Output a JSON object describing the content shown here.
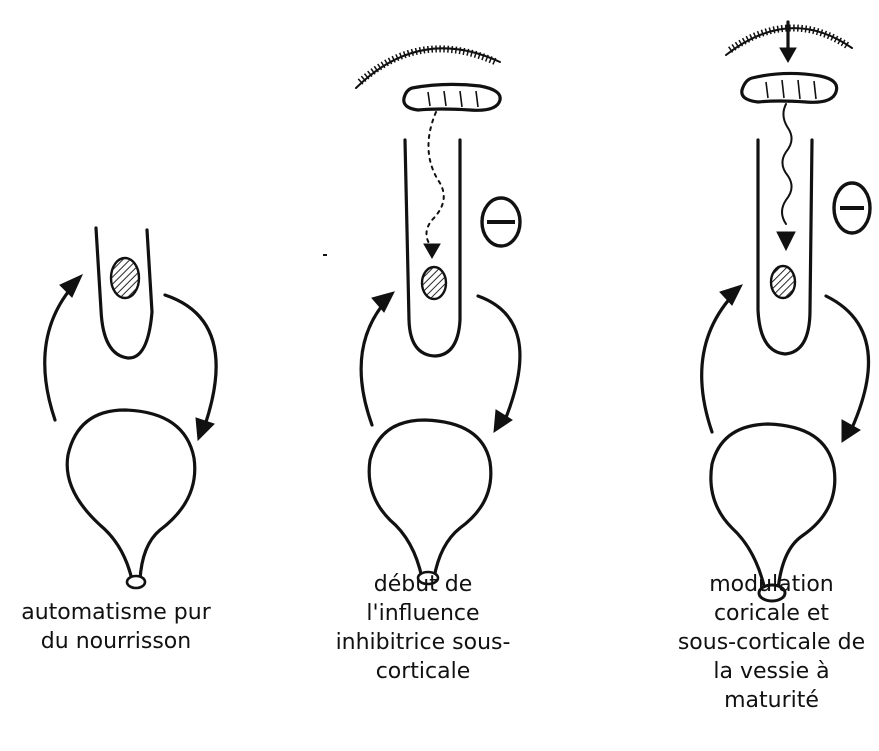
{
  "panels": [
    {
      "caption": "automatisme pur\ndu nourrisson"
    },
    {
      "caption": "début de\nl'influence\ninhibitrice sous-\ncorticale"
    },
    {
      "caption": "modulation\ncoricale et\nsous-corticale de\nla vessie à\nmaturité"
    }
  ]
}
